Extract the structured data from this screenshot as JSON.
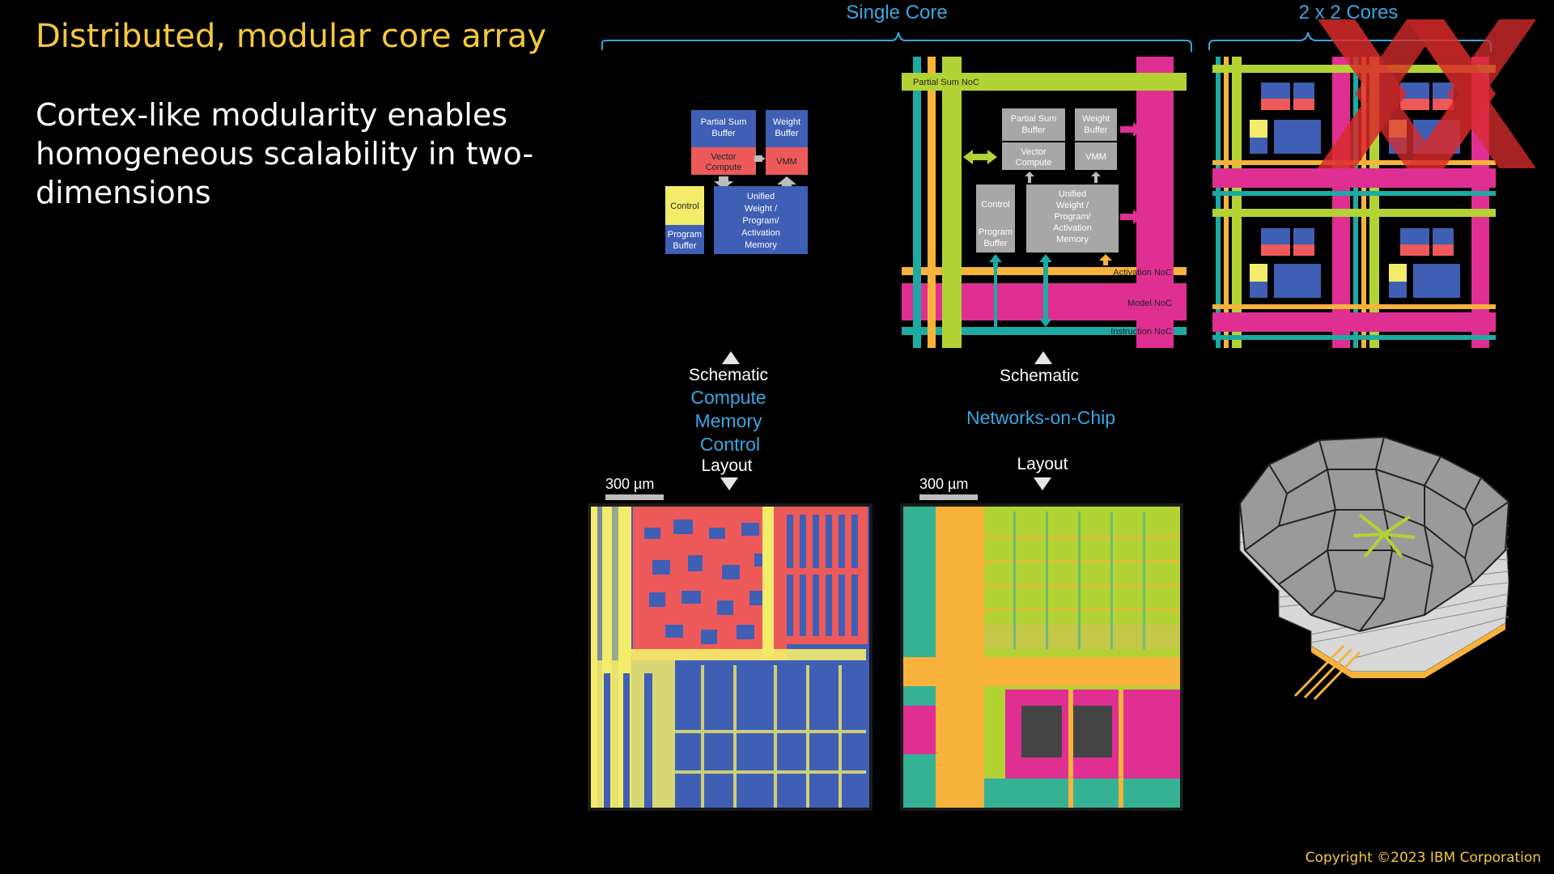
{
  "slide": {
    "title": "Distributed, modular core array",
    "subtitle": "Cortex-like modularity enables homogeneous scalability in two-dimensions",
    "copyright": "Copyright ©2023 IBM Corporation"
  },
  "headers": {
    "single_core": "Single Core",
    "two_by_two": "2 x 2 Cores"
  },
  "compute_schematic": {
    "blocks": {
      "partial_sum_buffer": "Partial Sum Buffer",
      "weight_buffer": "Weight Buffer",
      "vector_compute": "Vector Compute",
      "vmm": "VMM",
      "control": "Control",
      "program_buffer": "Program Buffer",
      "unified_memory": "Unified Weight / Program/ Activation Memory"
    }
  },
  "noc_schematic": {
    "labels": {
      "partial_sum_noc": "Partial Sum NoC",
      "activation_noc": "Activation NoC",
      "model_noc": "Model NoC",
      "instruction_noc": "Instruction NoC"
    }
  },
  "captions": {
    "schematic_left": "Schematic",
    "compute": "Compute",
    "memory": "Memory",
    "control": "Control",
    "layout_left": "Layout",
    "schematic_right": "Schematic",
    "networks_on_chip": "Networks-on-Chip",
    "layout_right": "Layout"
  },
  "scale_bars": {
    "left": "300 µm",
    "right": "300 µm"
  },
  "colors": {
    "accent_yellow": "#f6c83b",
    "accent_blue": "#38a7e3",
    "block_blue": "#3f5fb5",
    "block_red": "#ee5a5a",
    "block_yellow": "#f3ec6a",
    "block_gray": "#a7a7a7",
    "noc_green": "#b3d335",
    "noc_orange": "#f8b33c",
    "noc_magenta": "#df2f93",
    "noc_teal": "#1eaaa4",
    "watermark_red": "#d92b2b"
  }
}
